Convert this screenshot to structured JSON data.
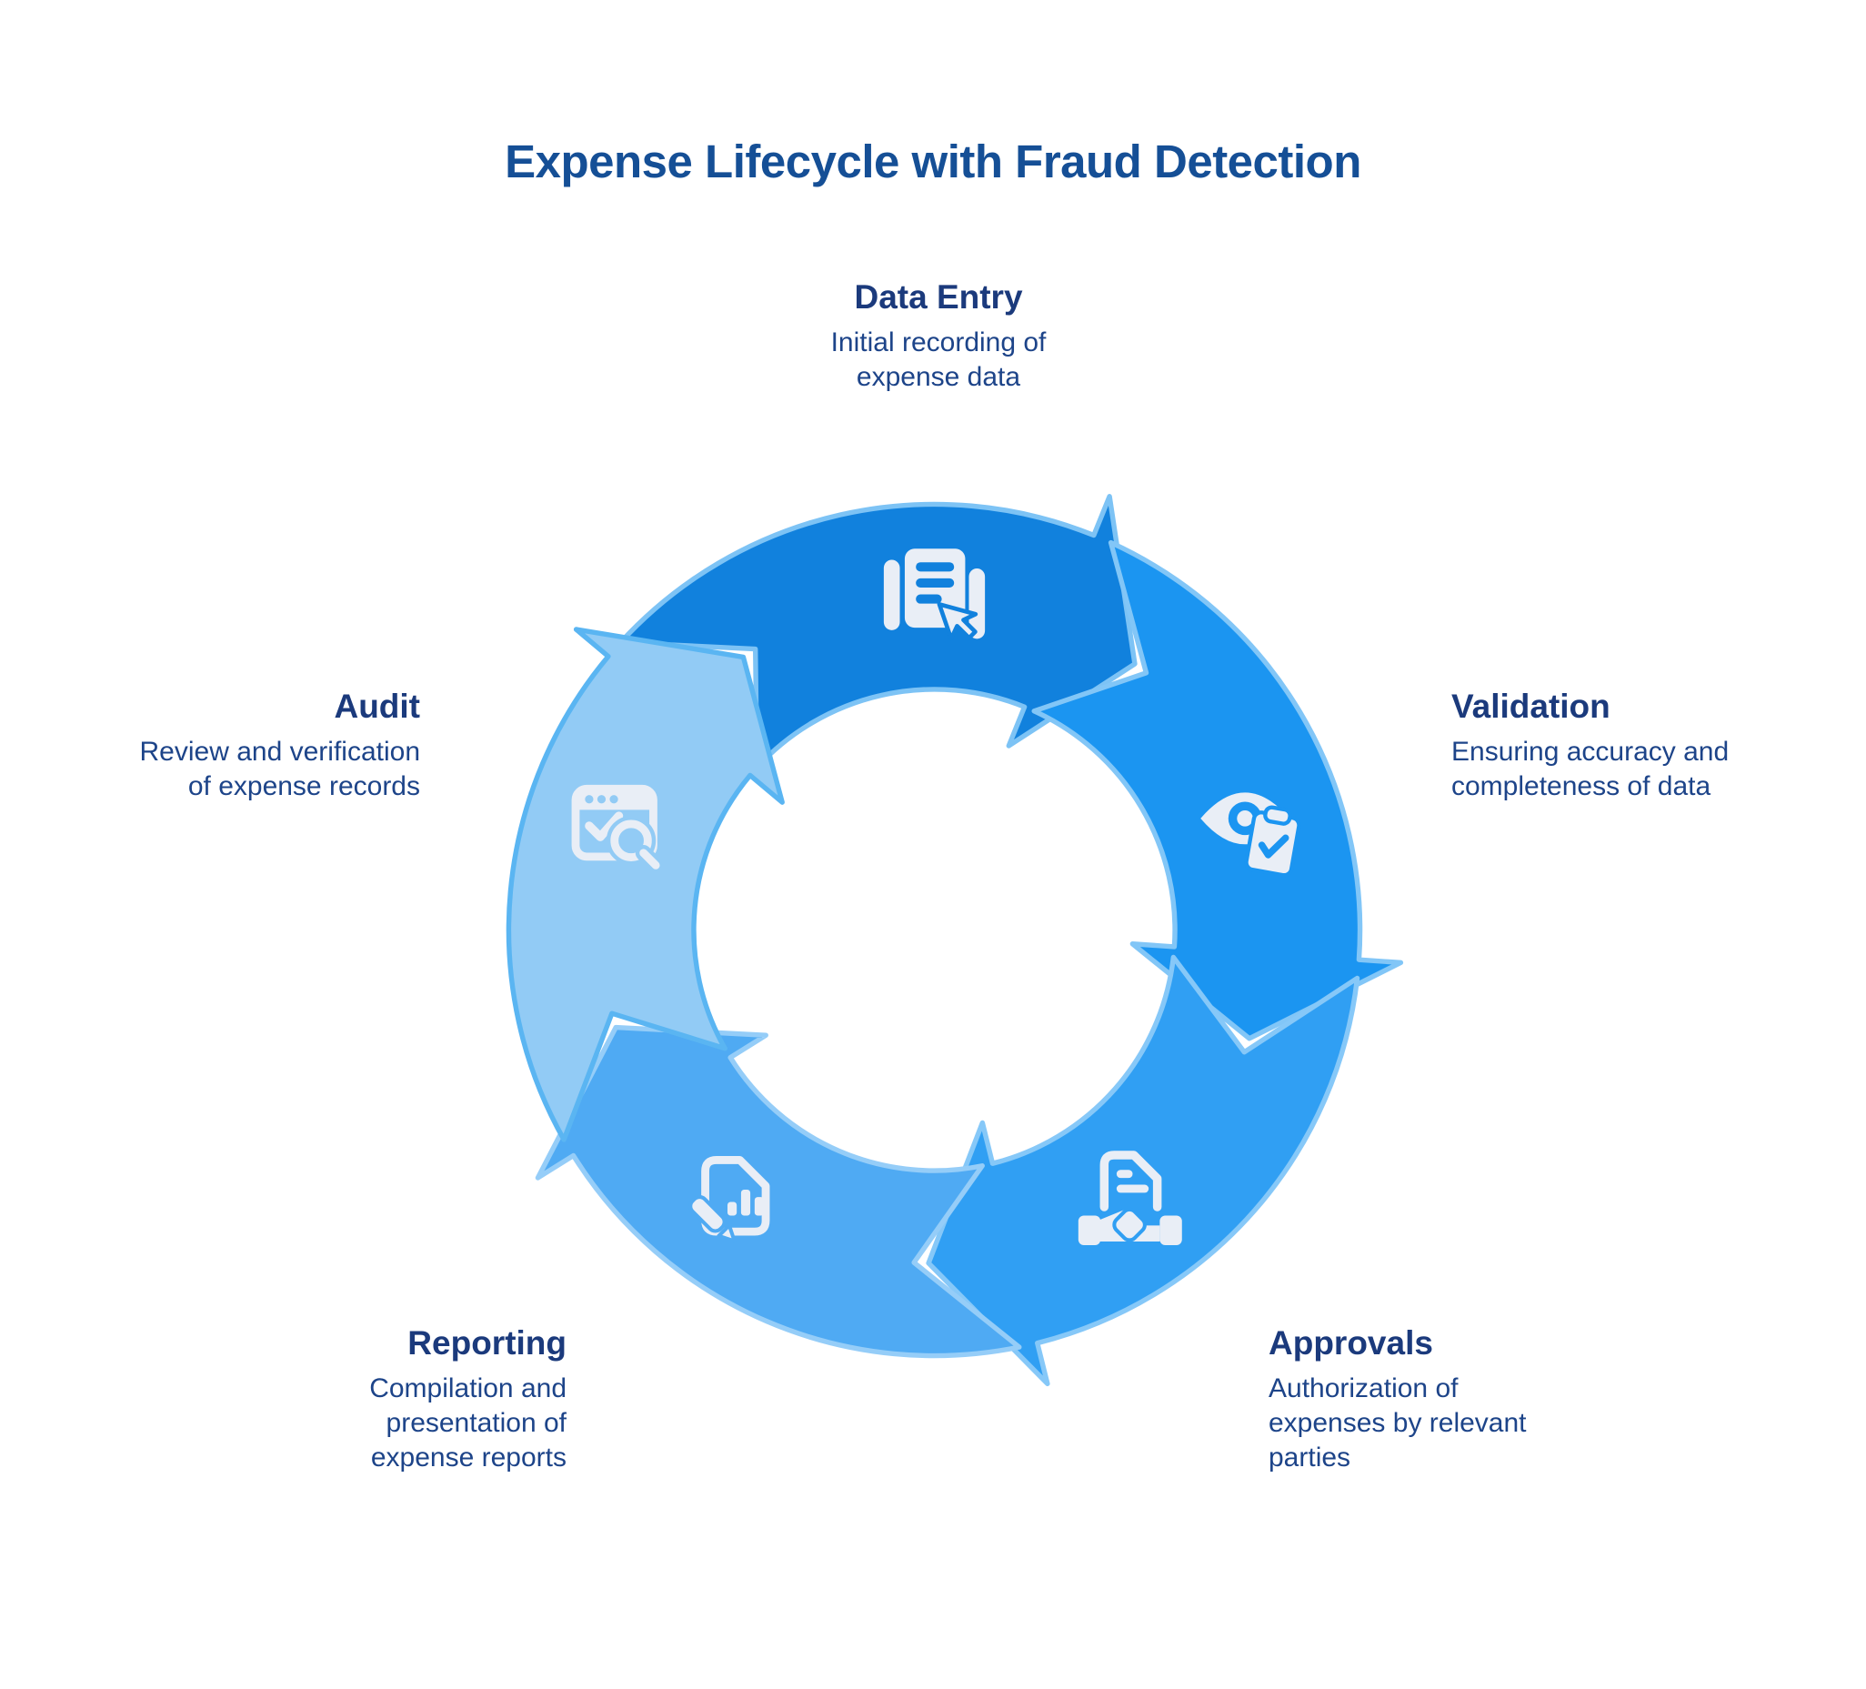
{
  "title": "Expense Lifecycle with Fraud Detection",
  "diagram": {
    "type": "cycle",
    "direction": "clockwise",
    "icon_color": "#e9eef6",
    "stages": [
      {
        "name": "Data Entry",
        "description": "Initial recording of\nexpense data",
        "icon": "form-cursor-icon",
        "fill": "#1181dd",
        "stroke": "#7dc3f5"
      },
      {
        "name": "Validation",
        "description": "Ensuring accuracy and\ncompleteness of data",
        "icon": "eye-clipboard-icon",
        "fill": "#1b95f1",
        "stroke": "#82c6f7"
      },
      {
        "name": "Approvals",
        "description": "Authorization of\nexpenses by relevant\nparties",
        "icon": "document-handshake-icon",
        "fill": "#309ff3",
        "stroke": "#86c8f8"
      },
      {
        "name": "Reporting",
        "description": "Compilation and\npresentation of\nexpense reports",
        "icon": "report-pencil-icon",
        "fill": "#4faaf3",
        "stroke": "#95cdf8"
      },
      {
        "name": "Audit",
        "description": "Review and verification\nof expense records",
        "icon": "browser-search-icon",
        "fill": "#92cbf5",
        "stroke": "#5ab5f2"
      }
    ]
  }
}
